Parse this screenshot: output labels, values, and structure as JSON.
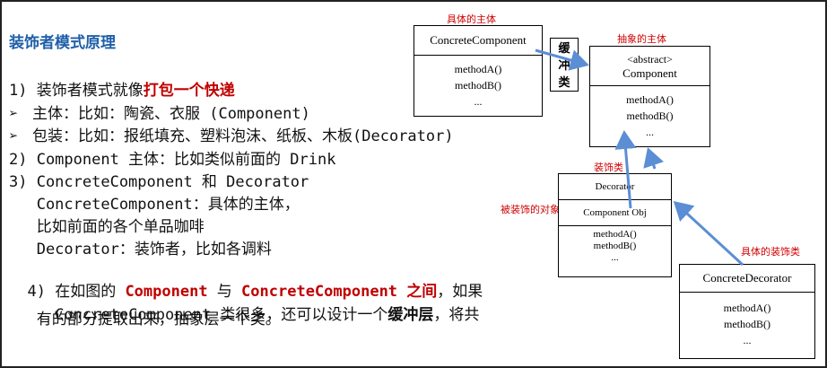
{
  "left": {
    "title": "装饰者模式原理",
    "l1_prefix": "1) 装饰者模式就像",
    "l1_red": "打包一个快递",
    "b1_mark": "➢",
    "b1_text": "主体：比如：陶瓷、衣服 (Component)",
    "b2_mark": "➢",
    "b2_text": "包装：比如：报纸填充、塑料泡沫、纸板、木板(Decorator)",
    "l2": "2) Component 主体：比如类似前面的 Drink",
    "l3": "3) ConcreteComponent 和 Decorator",
    "l3a": "   ConcreteComponent：具体的主体，",
    "l3b": "   比如前面的各个单品咖啡",
    "l3c": "   Decorator：装饰者，比如各调料",
    "l4_prefix": "4) 在如图的 ",
    "l4_red1": "Component",
    "l4_mid": " 与 ",
    "l4_red2": "ConcreteComponent 之间",
    "l4_suffix": "，如果",
    "l4b_prefix": "   ConcreteComponent 类很多，还可以设计一个",
    "l4b_bold": "缓冲层",
    "l4b_suffix": "，将共",
    "l4c": "   有的部分提取出来，抽象层一个类。"
  },
  "diagram": {
    "labels": {
      "concrete_subject": "具体的主体",
      "abstract_subject": "抽象的主体",
      "decorator_class": "装饰类",
      "decorated_object": "被装饰的对象",
      "concrete_decorator": "具体的装饰类"
    },
    "buffer": {
      "c1": "缓",
      "c2": "冲",
      "c3": "类"
    },
    "concrete_component": {
      "name": "ConcreteComponent",
      "m1": "methodA()",
      "m2": "methodB()",
      "m3": "..."
    },
    "component": {
      "stereotype": "<abstract>",
      "name": "Component",
      "m1": "methodA()",
      "m2": "methodB()",
      "m3": "..."
    },
    "decorator": {
      "name": "Decorator",
      "field": "Component Obj",
      "m1": "methodA()",
      "m2": "methodB()",
      "m3": "..."
    },
    "concrete_decorator": {
      "name": "ConcreteDecorator",
      "m1": "methodA()",
      "m2": "methodB()",
      "m3": "..."
    },
    "colors": {
      "arrow": "#5b8ed4",
      "label": "#d00000",
      "title": "#1f5fa8"
    }
  }
}
